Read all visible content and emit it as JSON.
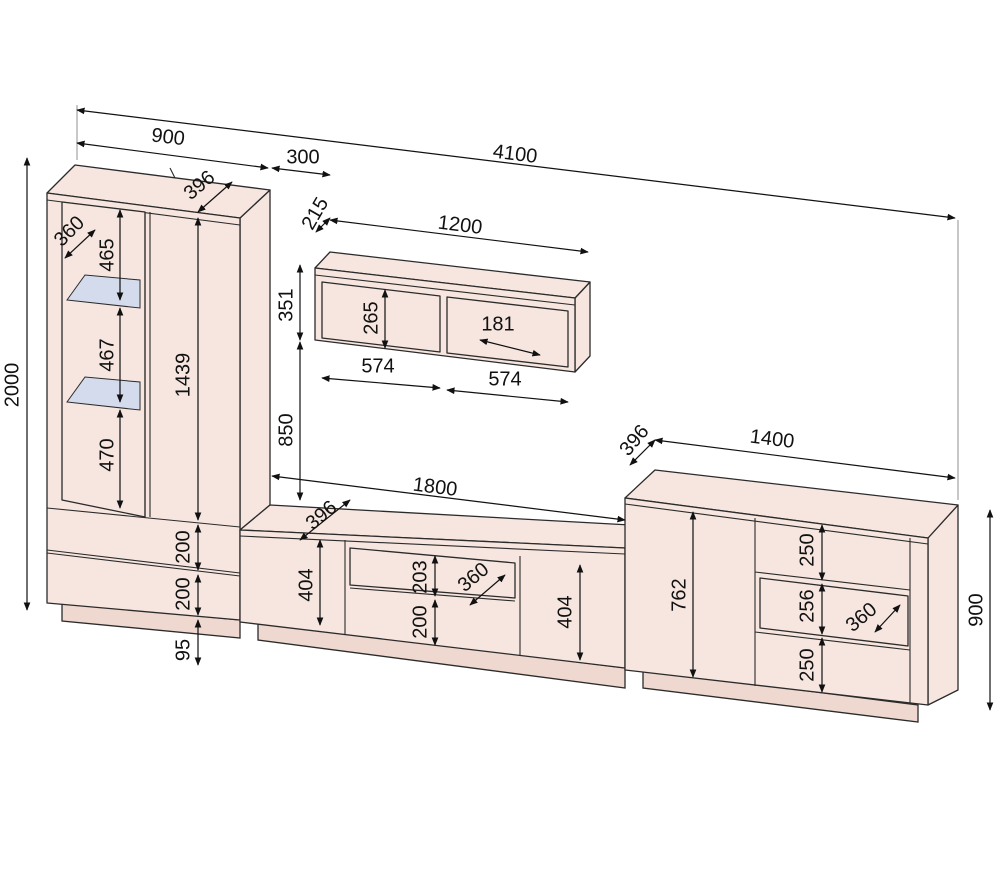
{
  "dimensions": {
    "total_width": "4100",
    "tall_width": "900",
    "gap_to_shelf": "300",
    "tall_depth": "396",
    "shelf_depth": "215",
    "shelf_width": "1200",
    "total_height": "2000",
    "tall_inner_depth": "360",
    "tall_sec1": "465",
    "tall_sec2": "467",
    "tall_sec3": "470",
    "tall_door": "1439",
    "shelf_height": "351",
    "shelf_inner_height": "265",
    "shelf_inner_depth": "181",
    "shelf_cell_left": "574",
    "shelf_cell_right": "574",
    "shelf_elevation": "850",
    "tv_width": "1800",
    "tv_depth": "396",
    "chest_depth": "396",
    "chest_width": "1400",
    "tall_drawer1": "200",
    "tall_drawer2": "200",
    "plinth": "95",
    "tv_left_door": "404",
    "tv_niche": "203",
    "tv_niche_depth": "360",
    "tv_drawer": "200",
    "tv_right_door": "404",
    "chest_door": "762",
    "chest_drawer1": "250",
    "chest_niche": "256",
    "chest_niche_depth": "360",
    "chest_drawer2": "250",
    "chest_height": "900"
  },
  "colors": {
    "body": "#f6e6df",
    "glass": "#d3dbec"
  }
}
